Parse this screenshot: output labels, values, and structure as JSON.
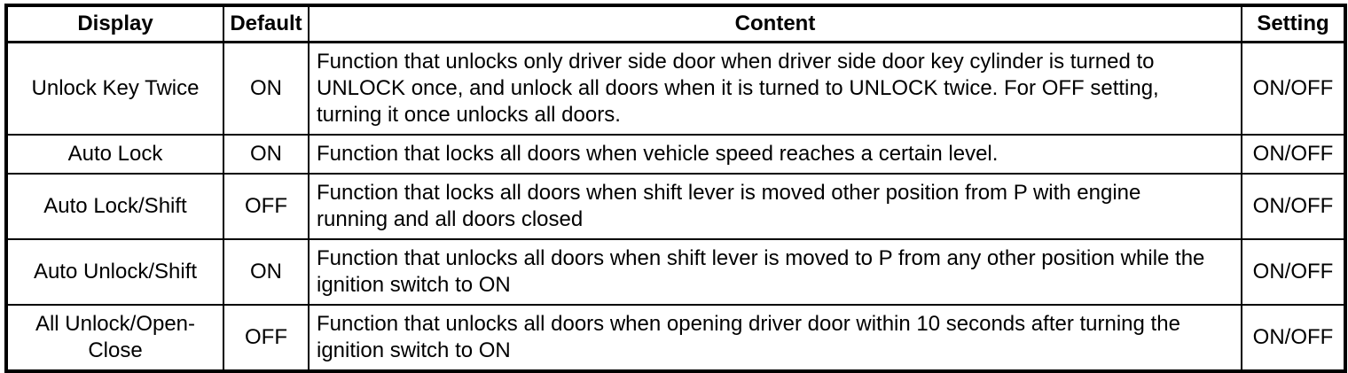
{
  "table": {
    "columns": [
      {
        "key": "display",
        "label": "Display"
      },
      {
        "key": "default",
        "label": "Default"
      },
      {
        "key": "content",
        "label": "Content"
      },
      {
        "key": "setting",
        "label": "Setting"
      }
    ],
    "rows": [
      {
        "display": "Unlock Key Twice",
        "default": "ON",
        "content": "Function that unlocks only driver side door when driver side door key cylinder is turned to UNLOCK once, and unlock all doors when it is turned to UNLOCK twice. For OFF setting, turning it once unlocks all doors.",
        "setting": "ON/OFF"
      },
      {
        "display": "Auto Lock",
        "default": "ON",
        "content": "Function that locks all doors when vehicle speed reaches a certain level.",
        "setting": "ON/OFF"
      },
      {
        "display": "Auto Lock/Shift",
        "default": "OFF",
        "content": "Function that locks all doors when shift lever is moved other position from P with engine running and all doors closed",
        "setting": "ON/OFF"
      },
      {
        "display": "Auto Unlock/Shift",
        "default": "ON",
        "content": "Function that unlocks all doors when shift lever is moved to P from any other position while the ignition switch to ON",
        "setting": "ON/OFF"
      },
      {
        "display": "All Unlock/Open-Close",
        "default": "OFF",
        "content": "Function that unlocks all doors when opening driver door within 10 seconds after turning the ignition switch to ON",
        "setting": "ON/OFF"
      }
    ],
    "colors": {
      "border": "#000000",
      "background": "#ffffff",
      "text": "#000000"
    }
  }
}
